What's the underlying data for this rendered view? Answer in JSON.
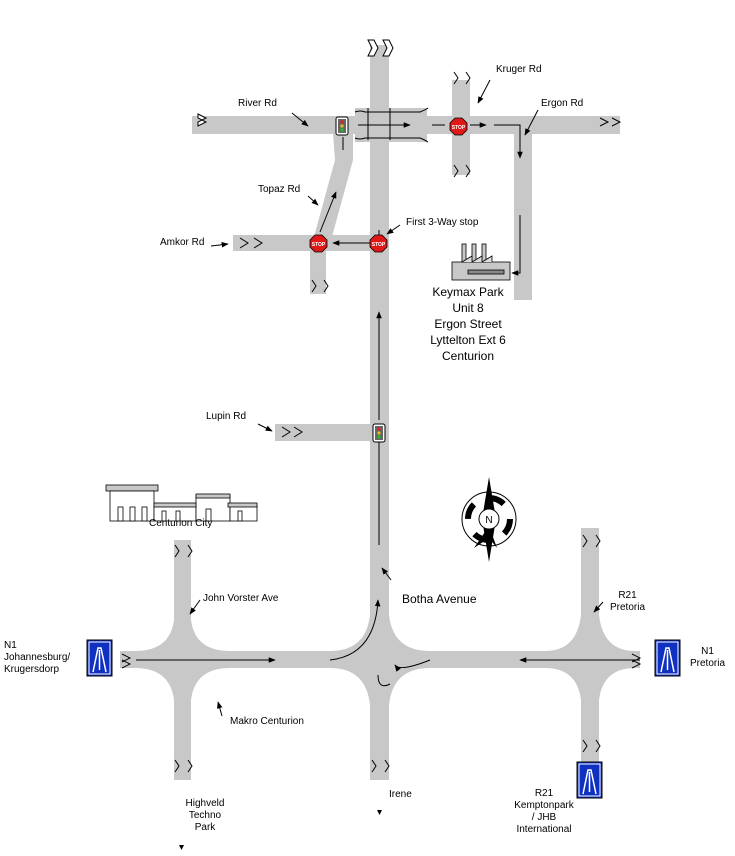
{
  "colors": {
    "road": "#c8c8c8",
    "road_edge": "#b0b0b0",
    "arrow": "#000000",
    "stop_sign": "#e01818",
    "motorway_sign": "#1030c0"
  },
  "labels": {
    "kruger_rd": "Kruger Rd",
    "ergon_rd": "Ergon Rd",
    "river_rd": "River Rd",
    "topaz_rd": "Topaz Rd",
    "first_stop": "First  3-Way stop",
    "amkor_rd": "Amkor Rd",
    "lupin_rd": "Lupin Rd",
    "centurion_city": "Centurion City",
    "john_vorster": "John Vorster Ave",
    "botha_avenue": "Botha Avenue",
    "r21_pretoria": "R21\nPretoria",
    "n1_jhb": "N1\nJohannesburg/\nKrugersdorp",
    "n1_pretoria": "N1\nPretoria",
    "makro": "Makro Centurion",
    "highveld": "Highveld\nTechno\nPark",
    "irene": "Irene",
    "r21_kempton": "R21\nKemptonpark\n/ JHB\nInternational",
    "compass_n": "N",
    "stop_text": "STOP"
  },
  "address": {
    "line1": "Keymax Park",
    "line2": "Unit 8",
    "line3": "Ergon Street",
    "line4": "Lyttelton Ext 6",
    "line5": "Centurion"
  }
}
